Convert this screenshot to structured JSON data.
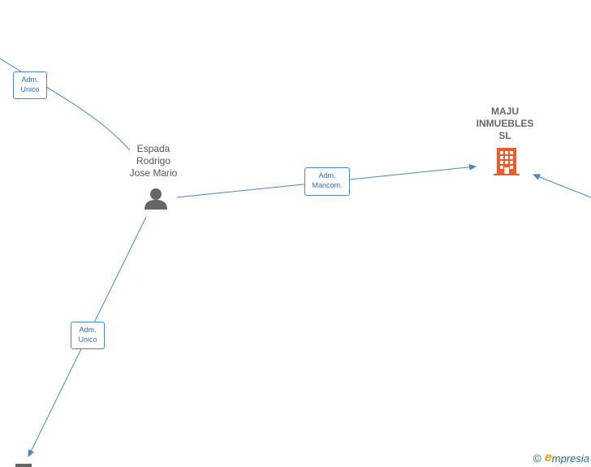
{
  "nodes": {
    "company": {
      "name_lines": [
        "MAJU",
        "INMUEBLES",
        "SL"
      ],
      "icon": "building-icon",
      "color": "#f15a24"
    },
    "person": {
      "name_lines": [
        "Espada",
        "Rodrigo",
        "Jose Mario"
      ],
      "icon": "person-icon",
      "color": "#666666"
    }
  },
  "edges": {
    "top_left": {
      "label_lines": [
        "Adm.",
        "Unico"
      ]
    },
    "to_company": {
      "label_lines": [
        "Adm.",
        "Mancom."
      ]
    },
    "bottom_left": {
      "label_lines": [
        "Adm.",
        "Unico"
      ]
    }
  },
  "watermark": {
    "copyright": "©",
    "brand_initial": "e",
    "brand_rest": "mpresia"
  },
  "colors": {
    "edge": "#4a86c8",
    "label_text": "#2f6fb5"
  }
}
